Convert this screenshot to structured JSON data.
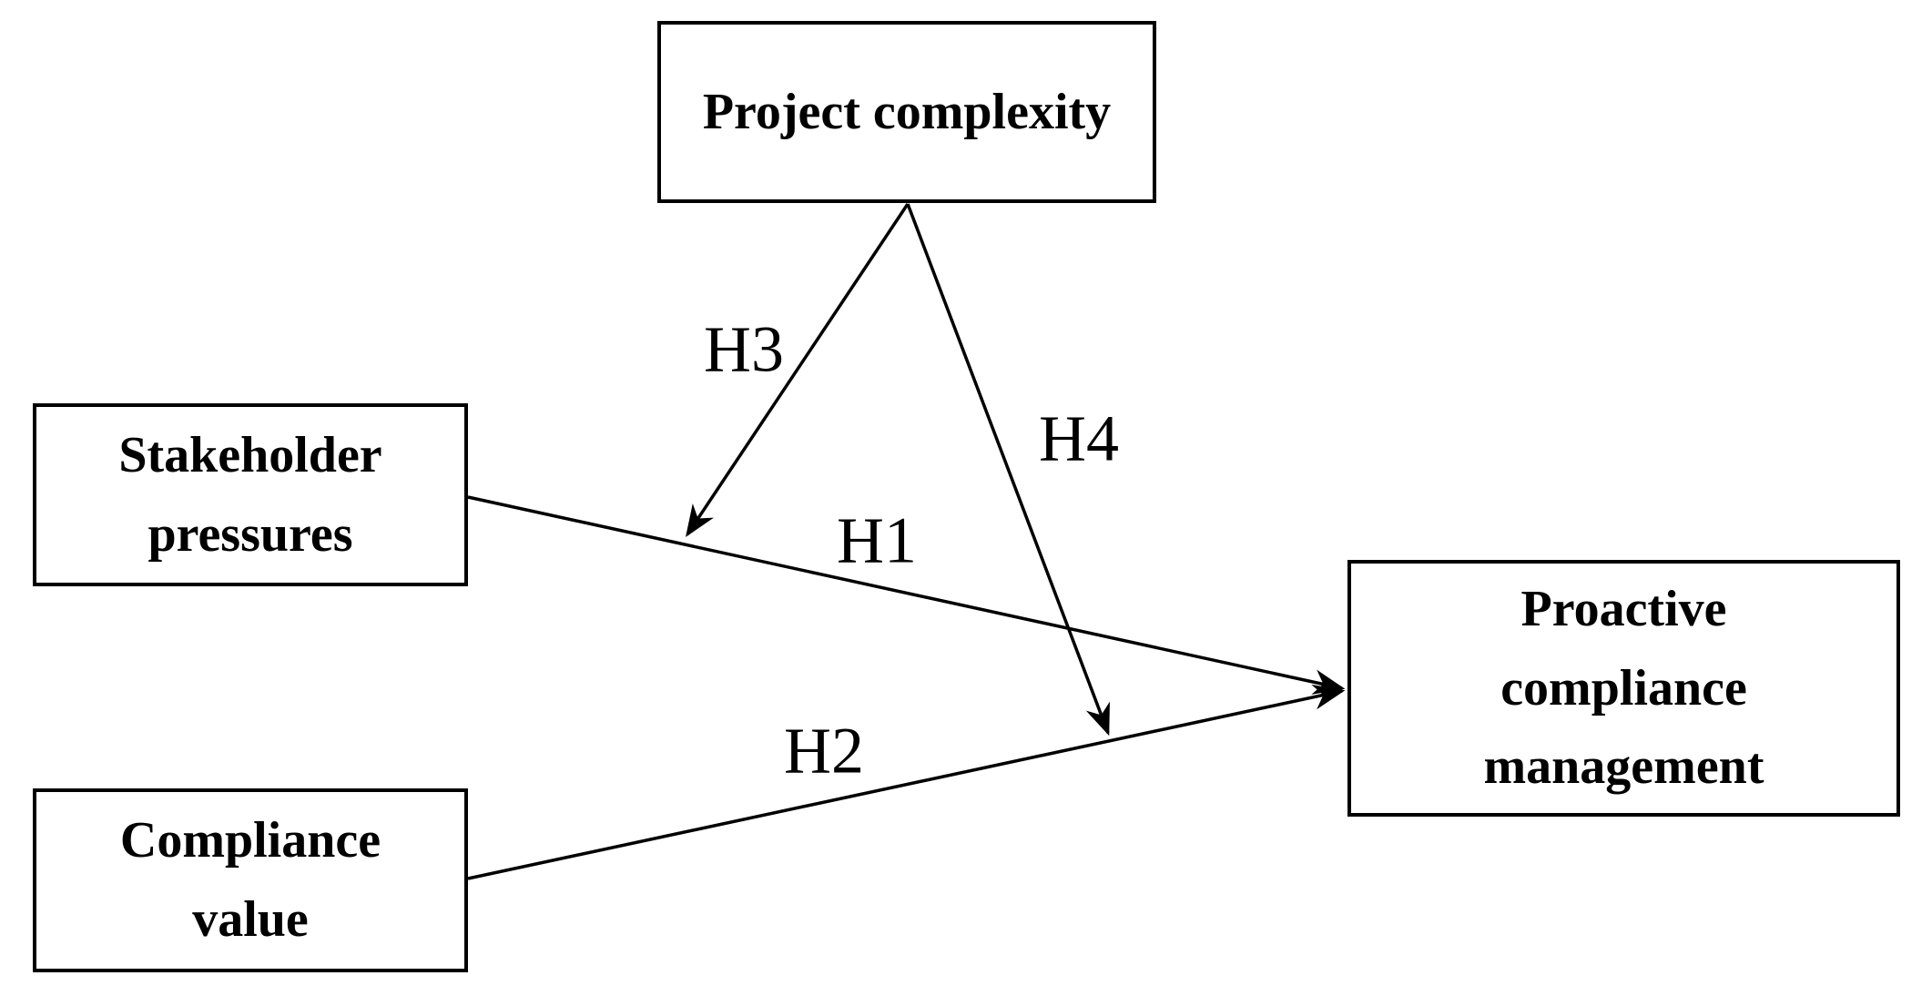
{
  "canvas": {
    "background_color": "#ffffff",
    "ink_color": "#000000"
  },
  "diagram": {
    "nodes": {
      "project_complexity": {
        "label": "Project complexity"
      },
      "stakeholder_pressures": {
        "label": "Stakeholder pressures"
      },
      "compliance_value": {
        "label": "Compliance value"
      },
      "proactive_compliance_management": {
        "label": "Proactive compliance management"
      }
    },
    "edges": {
      "h1": {
        "label": "H1",
        "from": "Stakeholder pressures",
        "to": "Proactive compliance management"
      },
      "h2": {
        "label": "H2",
        "from": "Compliance value",
        "to": "Proactive compliance management"
      },
      "h3": {
        "label": "H3",
        "from": "Project complexity",
        "to": "H1 arrow"
      },
      "h4": {
        "label": "H4",
        "from": "Project complexity",
        "to": "H2 arrow"
      }
    }
  }
}
